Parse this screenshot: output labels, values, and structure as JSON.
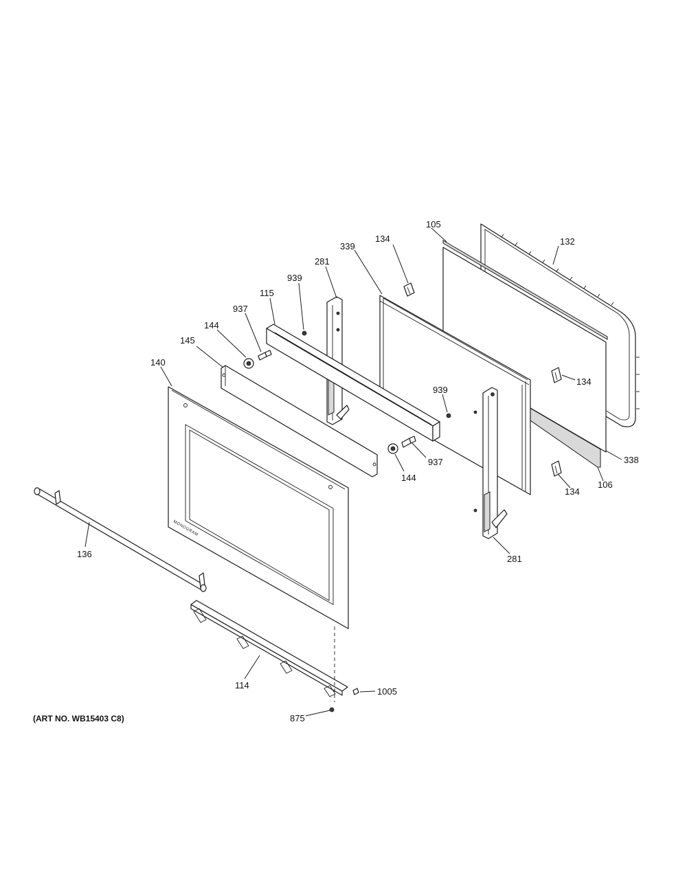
{
  "note": "(ART NO. WB15403 C8)",
  "brand_mark": "MONOGRAM",
  "callouts": [
    {
      "id": "c105a",
      "label": "105"
    },
    {
      "id": "c132",
      "label": "132"
    },
    {
      "id": "c134a",
      "label": "134"
    },
    {
      "id": "c339",
      "label": "339"
    },
    {
      "id": "c281a",
      "label": "281"
    },
    {
      "id": "c939a",
      "label": "939"
    },
    {
      "id": "c115",
      "label": "115"
    },
    {
      "id": "c937a",
      "label": "937"
    },
    {
      "id": "c144a",
      "label": "144"
    },
    {
      "id": "c145",
      "label": "145"
    },
    {
      "id": "c140",
      "label": "140"
    },
    {
      "id": "c134b",
      "label": "134"
    },
    {
      "id": "c939b",
      "label": "939"
    },
    {
      "id": "c338",
      "label": "338"
    },
    {
      "id": "c937b",
      "label": "937"
    },
    {
      "id": "c144b",
      "label": "144"
    },
    {
      "id": "c134c",
      "label": "134"
    },
    {
      "id": "c106",
      "label": "106"
    },
    {
      "id": "c136",
      "label": "136"
    },
    {
      "id": "c281b",
      "label": "281"
    },
    {
      "id": "c114",
      "label": "114"
    },
    {
      "id": "c1005",
      "label": "1005"
    },
    {
      "id": "c875",
      "label": "875"
    }
  ]
}
